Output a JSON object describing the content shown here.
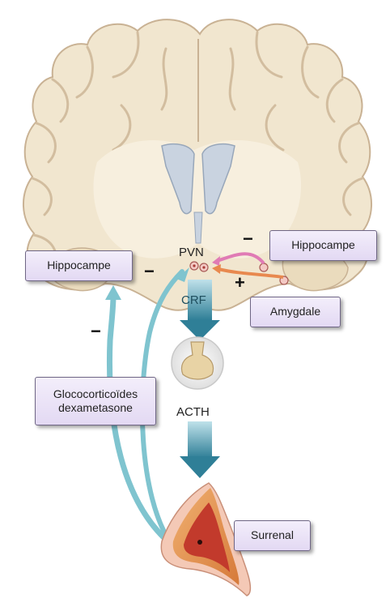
{
  "labels": {
    "hippocampe_left": "Hippocampe",
    "hippocampe_right": "Hippocampe",
    "amygdale": "Amygdale",
    "glucocorticoides_line1": "Glococorticoïdes",
    "glucocorticoides_line2": "dexametasone",
    "surrenal": "Surrenal"
  },
  "markers": {
    "pvn": "PVN",
    "crf": "CRF",
    "acth": "ACTH"
  },
  "signs": {
    "left_minus": "−",
    "right_minus": "−",
    "plus": "+",
    "lower_minus": "−"
  },
  "colors": {
    "brain_fill": "#f1e6cf",
    "brain_outline": "#cdb79a",
    "label_fill": "#e6dcf4",
    "label_border": "#6f6685",
    "feedback_arrow": "#7fc4cf",
    "descending_arrow": "#3c8fa6",
    "inhibit_arrow": "#e07bb5",
    "excite_arrow": "#e8894f",
    "adrenal_cortex": "#e8a25a",
    "adrenal_medulla": "#c23a2c"
  }
}
